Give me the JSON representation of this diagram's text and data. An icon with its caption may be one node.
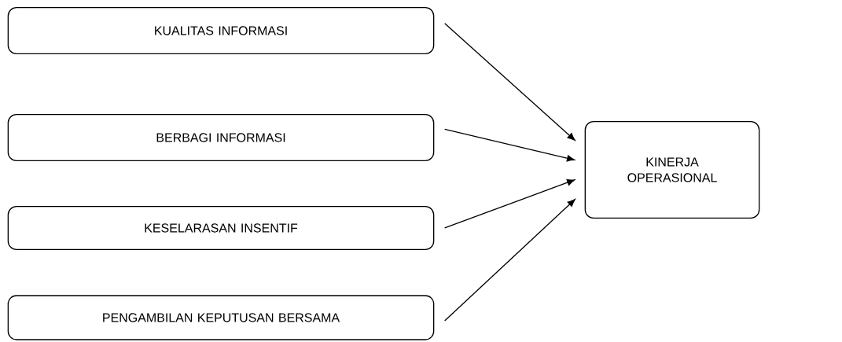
{
  "diagram": {
    "nodes": [
      {
        "text": [
          "KUALITAS INFORMASI"
        ]
      },
      {
        "text": [
          "BERBAGI INFORMASI"
        ]
      },
      {
        "text": [
          "KESELARASAN INSENTIF"
        ]
      },
      {
        "text": [
          "PENGAMBILAN KEPUTUSAN BERSAMA"
        ]
      },
      {
        "text": [
          "KINERJA OPERASIONAL"
        ]
      }
    ],
    "edges": [
      {
        "from": 0,
        "to": 4,
        "arrow": "to"
      },
      {
        "from": 1,
        "to": 4,
        "arrow": "to"
      },
      {
        "from": 2,
        "to": 4,
        "arrow": "to"
      },
      {
        "from": 3,
        "to": 4,
        "arrow": "to"
      }
    ]
  }
}
